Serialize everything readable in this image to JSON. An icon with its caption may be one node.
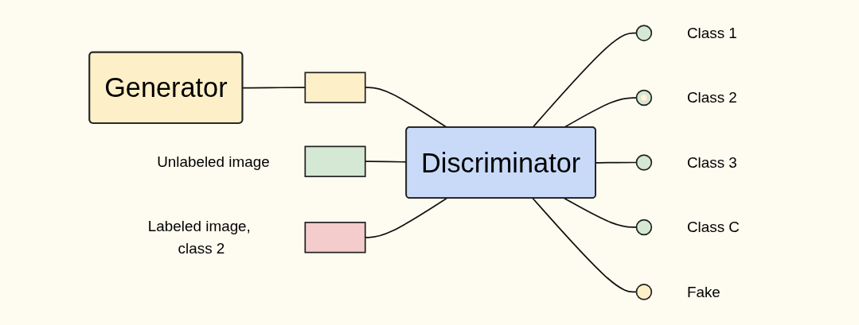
{
  "diagram": {
    "nodes": [
      {
        "text": [
          "Generator"
        ]
      },
      {
        "text": [],
        "shape": "box"
      },
      {
        "text": [],
        "shape": "box",
        "beside": [
          "Unlabeled image"
        ]
      },
      {
        "text": [],
        "shape": "box",
        "beside": [
          "Labeled image, class 2"
        ]
      },
      {
        "text": [
          "Discriminator"
        ]
      },
      {
        "text": [],
        "shape": "circle",
        "beside": [
          "Class 1"
        ]
      },
      {
        "text": [],
        "shape": "circle",
        "beside": [
          "Class 2"
        ]
      },
      {
        "text": [],
        "shape": "circle",
        "beside": [
          "Class 3"
        ]
      },
      {
        "text": [],
        "shape": "circle",
        "beside": [
          "Class C"
        ]
      },
      {
        "text": [],
        "shape": "circle",
        "beside": [
          "Fake"
        ]
      }
    ],
    "edges": [
      {
        "from": 0,
        "to": 1,
        "arrow": "none"
      },
      {
        "from": 1,
        "to": 4,
        "arrow": "none"
      },
      {
        "from": 2,
        "to": 4,
        "arrow": "none"
      },
      {
        "from": 3,
        "to": 4,
        "arrow": "none"
      },
      {
        "from": 4,
        "to": 5,
        "arrow": "none"
      },
      {
        "from": 4,
        "to": 6,
        "arrow": "none"
      },
      {
        "from": 4,
        "to": 7,
        "arrow": "none"
      },
      {
        "from": 4,
        "to": 8,
        "arrow": "none"
      },
      {
        "from": 4,
        "to": 9,
        "arrow": "none"
      }
    ]
  }
}
